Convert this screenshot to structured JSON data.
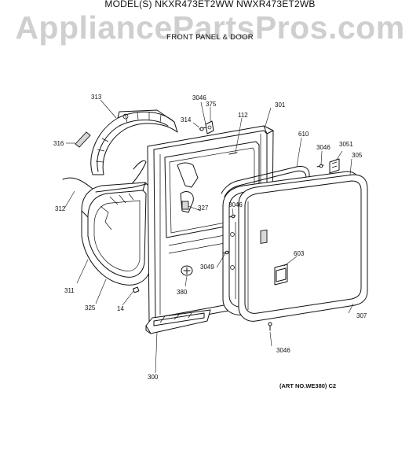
{
  "header": {
    "model_line": "MODEL(S) NKXR473ET2WW  NWXR473ET2WB",
    "watermark": "AppliancePartsPros.com",
    "section_title": "FRONT PANEL & DOOR"
  },
  "footer": {
    "art_number": "(ART NO.WE380)  C2"
  },
  "callouts": {
    "c313": "313",
    "c316": "316",
    "c312": "312",
    "c311": "311",
    "c325": "325",
    "c14": "14",
    "c300": "300",
    "c380": "380",
    "c327": "327",
    "c3049": "3049",
    "c3046_top": "3046",
    "c375": "375",
    "c314": "314",
    "c112": "112",
    "c301": "301",
    "c610": "610",
    "c3046_right": "3046",
    "c3051": "3051",
    "c305": "305",
    "c3046_mid": "3046",
    "c603": "603",
    "c307": "307",
    "c3046_bottom": "3046"
  }
}
